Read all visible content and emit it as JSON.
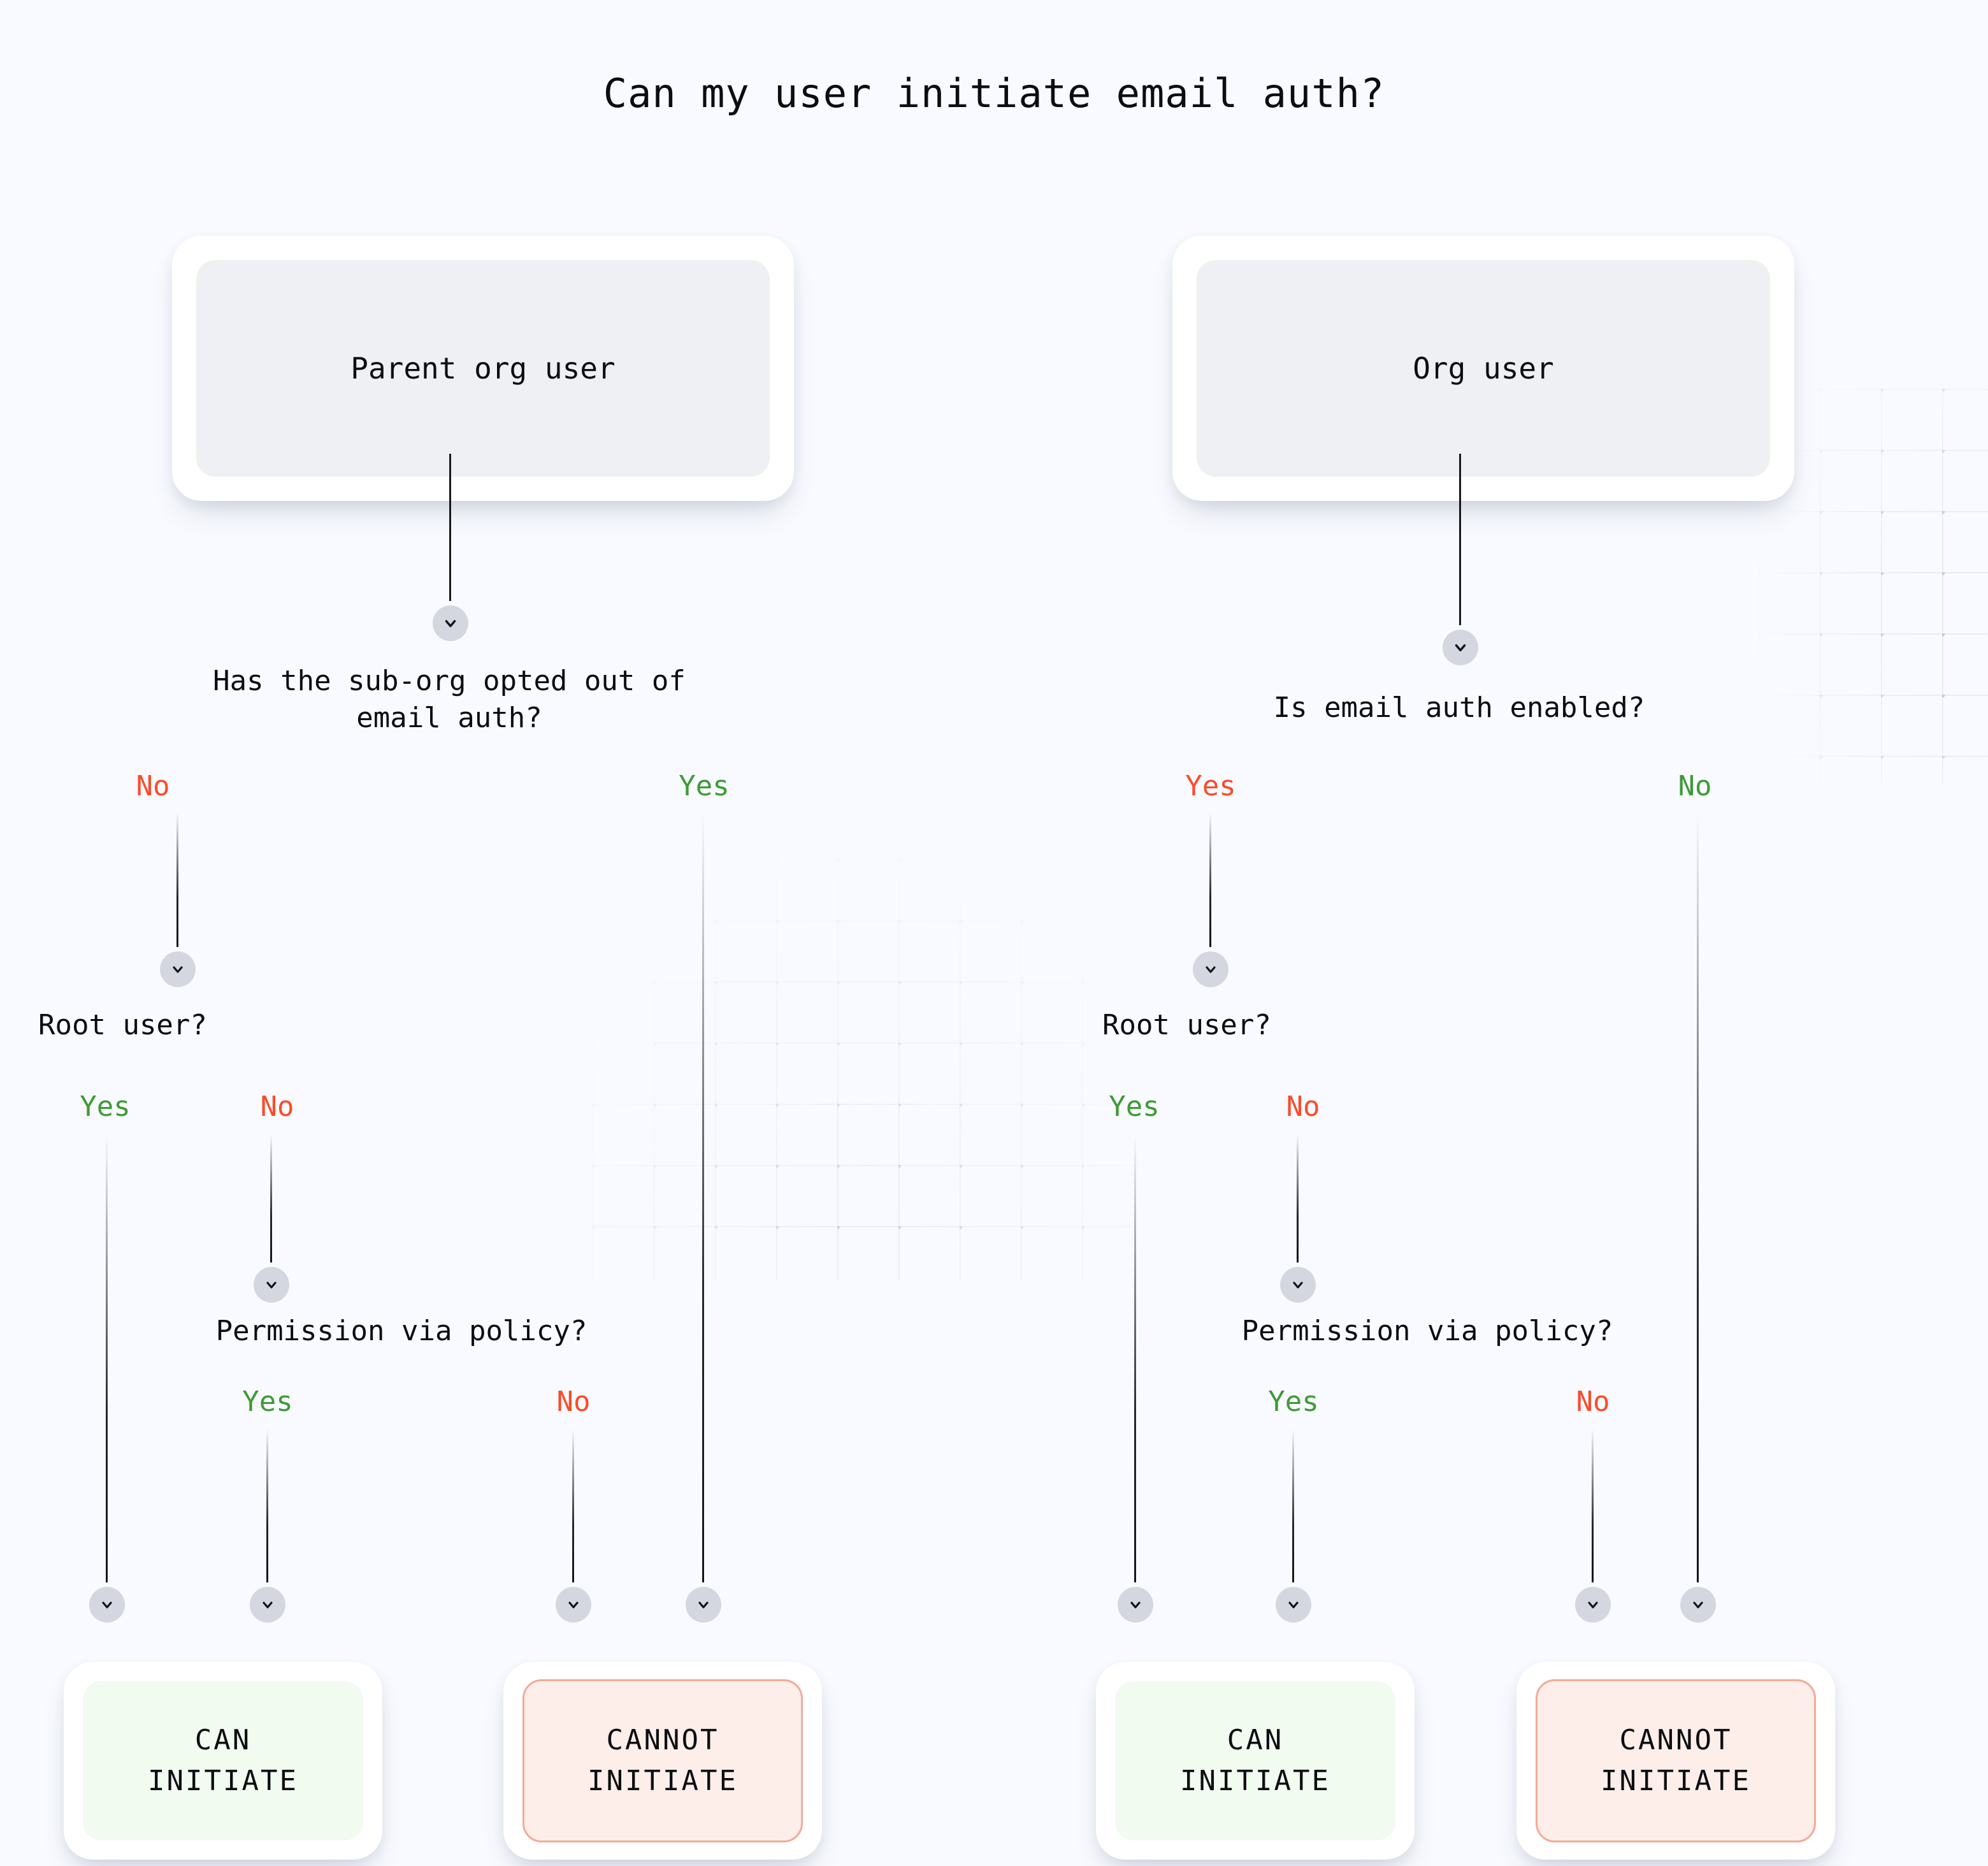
{
  "title": "Can my user initiate email auth?",
  "colors": {
    "background": "#f8faff",
    "card": "#ffffff",
    "node_fill": "#eef0f4",
    "can_fill": "#f1fbf0",
    "can_border": "#abeea2",
    "cannot_fill": "#fdeeea",
    "cannot_border": "#f2ab97",
    "green": "#3d9b35",
    "red": "#fc4b2a",
    "line": "#16181e",
    "chevron_circle": "#d4d7e0"
  },
  "flow": {
    "left": {
      "root_node": "Parent org user",
      "question_1": "Has the sub-org opted out of\nemail auth?",
      "q1_branch_left": "No",
      "q1_branch_right": "Yes",
      "question_2": "Root user?",
      "q2_branch_left": "Yes",
      "q2_branch_right": "No",
      "question_3": "Permission via policy?",
      "q3_branch_left": "Yes",
      "q3_branch_right": "No",
      "outcome_can": "CAN\nINITIATE",
      "outcome_cannot": "CANNOT\nINITIATE"
    },
    "right": {
      "root_node": "Org user",
      "question_1": "Is email auth enabled?",
      "q1_branch_left": "Yes",
      "q1_branch_right": "No",
      "question_2": "Root user?",
      "q2_branch_left": "Yes",
      "q2_branch_right": "No",
      "question_3": "Permission via policy?",
      "q3_branch_left": "Yes",
      "q3_branch_right": "No",
      "outcome_can": "CAN\nINITIATE",
      "outcome_cannot": "CANNOT\nINITIATE"
    }
  },
  "icons": {
    "chevron": "chevron-down-icon"
  }
}
